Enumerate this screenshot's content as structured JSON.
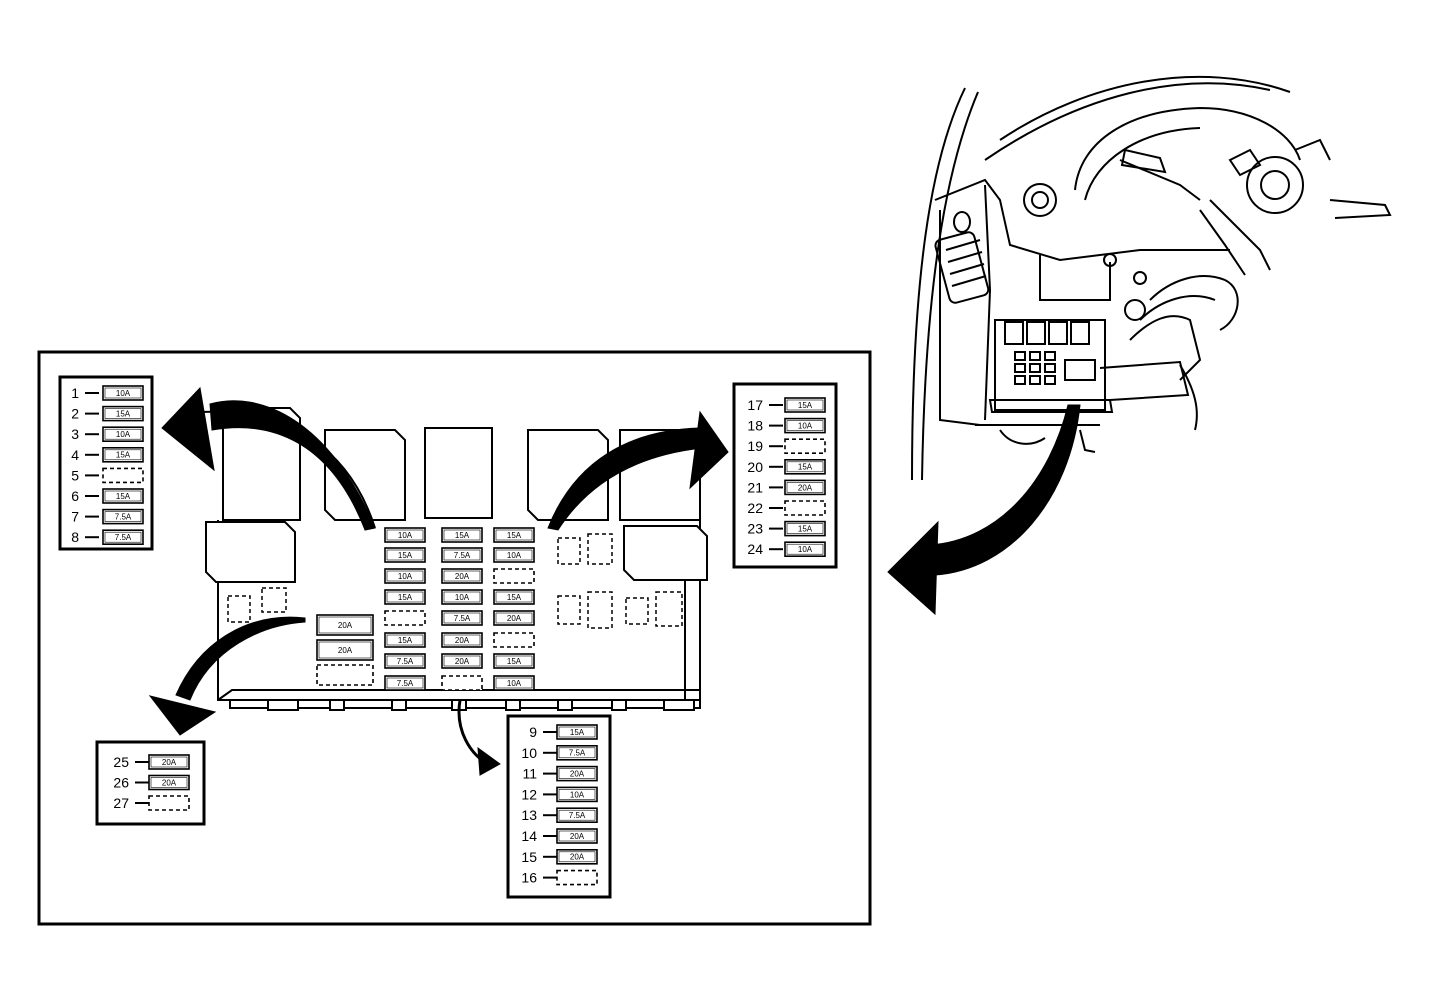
{
  "colors": {
    "ink": "#000000",
    "paper": "#ffffff"
  },
  "legend_left": {
    "rows": [
      {
        "num": "1",
        "rating": "10A"
      },
      {
        "num": "2",
        "rating": "15A"
      },
      {
        "num": "3",
        "rating": "10A"
      },
      {
        "num": "4",
        "rating": "15A"
      },
      {
        "num": "5",
        "rating": ""
      },
      {
        "num": "6",
        "rating": "15A"
      },
      {
        "num": "7",
        "rating": "7.5A"
      },
      {
        "num": "8",
        "rating": "7.5A"
      }
    ]
  },
  "legend_right": {
    "rows": [
      {
        "num": "17",
        "rating": "15A"
      },
      {
        "num": "18",
        "rating": "10A"
      },
      {
        "num": "19",
        "rating": ""
      },
      {
        "num": "20",
        "rating": "15A"
      },
      {
        "num": "21",
        "rating": "20A"
      },
      {
        "num": "22",
        "rating": ""
      },
      {
        "num": "23",
        "rating": "15A"
      },
      {
        "num": "24",
        "rating": "10A"
      }
    ]
  },
  "legend_center": {
    "rows": [
      {
        "num": "9",
        "rating": "15A"
      },
      {
        "num": "10",
        "rating": "7.5A"
      },
      {
        "num": "11",
        "rating": "20A"
      },
      {
        "num": "12",
        "rating": "10A"
      },
      {
        "num": "13",
        "rating": "7.5A"
      },
      {
        "num": "14",
        "rating": "20A"
      },
      {
        "num": "15",
        "rating": "20A"
      },
      {
        "num": "16",
        "rating": ""
      }
    ]
  },
  "legend_bottom_left": {
    "rows": [
      {
        "num": "25",
        "rating": "20A"
      },
      {
        "num": "26",
        "rating": "20A"
      },
      {
        "num": "27",
        "rating": ""
      }
    ]
  },
  "fuse_block": {
    "col1": [
      "10A",
      "15A",
      "10A",
      "15A",
      "",
      "15A",
      "7.5A",
      "7.5A"
    ],
    "col2": [
      "15A",
      "7.5A",
      "20A",
      "10A",
      "7.5A",
      "20A",
      "20A",
      ""
    ],
    "col3": [
      "15A",
      "10A",
      "",
      "15A",
      "20A",
      "",
      "15A",
      "10A"
    ],
    "large": [
      "20A",
      "20A",
      ""
    ]
  }
}
